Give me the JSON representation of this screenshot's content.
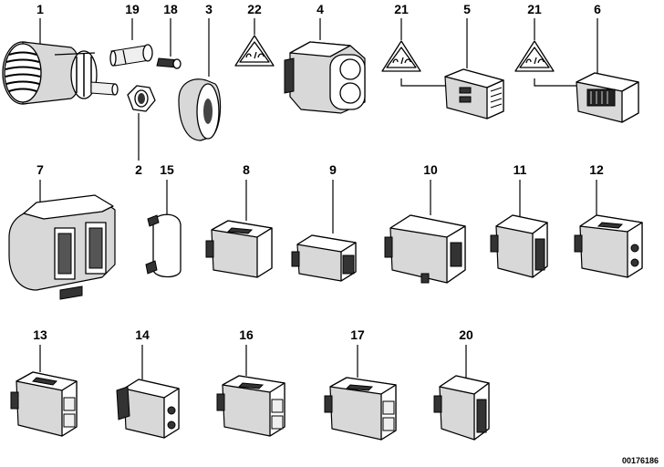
{
  "parts": [
    {
      "id": "part-1",
      "label": "1"
    },
    {
      "id": "part-19",
      "label": "19"
    },
    {
      "id": "part-18",
      "label": "18"
    },
    {
      "id": "part-3",
      "label": "3"
    },
    {
      "id": "part-22",
      "label": "22"
    },
    {
      "id": "part-4",
      "label": "4"
    },
    {
      "id": "part-21a",
      "label": "21"
    },
    {
      "id": "part-5",
      "label": "5"
    },
    {
      "id": "part-21b",
      "label": "21"
    },
    {
      "id": "part-6",
      "label": "6"
    },
    {
      "id": "part-2",
      "label": "2"
    },
    {
      "id": "part-7",
      "label": "7"
    },
    {
      "id": "part-15",
      "label": "15"
    },
    {
      "id": "part-8",
      "label": "8"
    },
    {
      "id": "part-9",
      "label": "9"
    },
    {
      "id": "part-10",
      "label": "10"
    },
    {
      "id": "part-11",
      "label": "11"
    },
    {
      "id": "part-12",
      "label": "12"
    },
    {
      "id": "part-13",
      "label": "13"
    },
    {
      "id": "part-14",
      "label": "14"
    },
    {
      "id": "part-16",
      "label": "16"
    },
    {
      "id": "part-17",
      "label": "17"
    },
    {
      "id": "part-20",
      "label": "20"
    }
  ],
  "reference_number": "00176186",
  "colors": {
    "ink": "#000000",
    "background": "#ffffff",
    "shade": "#d8d8d8"
  }
}
